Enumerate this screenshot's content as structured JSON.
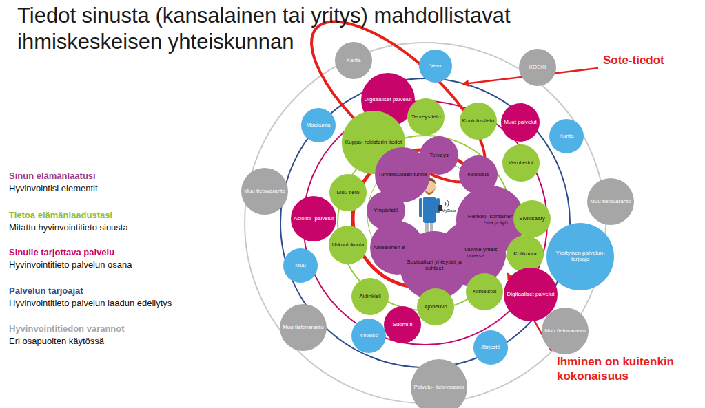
{
  "diagram": {
    "title": "Tiedot sinusta (kansalainen tai yritys) mahdollistavat ihmiskeskeisen yhteiskunnan",
    "nodes": [
      {
        "text": [
          "Kanta"
        ]
      },
      {
        "text": [
          "Vero"
        ]
      },
      {
        "text": [
          "KOSKI"
        ]
      },
      {
        "text": [
          "Digitaaliset palvelut"
        ]
      },
      {
        "text": [
          "Terveystieto"
        ]
      },
      {
        "text": [
          "Koulutustieto"
        ]
      },
      {
        "text": [
          "Muut palvelut"
        ]
      },
      {
        "text": [
          "Maakunta"
        ]
      },
      {
        "text": [
          "Kunta"
        ]
      },
      {
        "text": [
          "Kuppa- rekisterin tiedot"
        ]
      },
      {
        "text": [
          "Terveys"
        ]
      },
      {
        "text": [
          "Verotiedot"
        ]
      },
      {
        "text": [
          "Turvallisuuden tunne"
        ]
      },
      {
        "text": [
          "Koulutus"
        ]
      },
      {
        "text": [
          "Muu tieto"
        ]
      },
      {
        "text": [
          "Muu tietovaranto"
        ]
      },
      {
        "text": [
          "Muu tietovaranto"
        ]
      },
      {
        "text": [
          "Ympäristö"
        ]
      },
      {
        "text": [
          "Henkilö- kohtainen toiminta ja työ"
        ]
      },
      {
        "text": [
          "Asiointi- palvelut"
        ]
      },
      {
        "text": [
          "Siviilisääty"
        ]
      },
      {
        "text": [
          "Uskontokunta"
        ]
      },
      {
        "text": [
          "Aineellinen elintaso"
        ]
      },
      {
        "text": [
          "Ääni kuuluville yhteis- kunnassa"
        ]
      },
      {
        "text": [
          "Kotikunta"
        ]
      },
      {
        "text": [
          "Yksityinen palvelun- tarjoaja"
        ]
      },
      {
        "text": [
          "Muu"
        ]
      },
      {
        "text": [
          "Sosiaaliset yhteydet ja suhteet"
        ]
      },
      {
        "text": [
          "Äidinkieli"
        ]
      },
      {
        "text": [
          "Kiinteistöt"
        ]
      },
      {
        "text": [
          "Digitaaliset palvelut"
        ]
      },
      {
        "text": [
          "Ajoneuvo"
        ]
      },
      {
        "text": [
          "Suomi.fi"
        ]
      },
      {
        "text": [
          "Muu tietovaranto"
        ]
      },
      {
        "text": [
          "Muu tietovaranto"
        ]
      },
      {
        "text": [
          "Yhteisö"
        ]
      },
      {
        "text": [
          "Järjestö"
        ]
      },
      {
        "text": [
          "Palvelu- tietovaranto"
        ]
      }
    ],
    "labels": [
      "Sinun elämänlaatusi",
      "Hyvinvointisi elementit",
      "Tietoa elämänlaadustasi",
      "Mitattu hyvinvointitieto sinusta",
      "Sinulle tarjottava palvelu",
      "Hyvinvointitieto palvelun osana",
      "Palvelun tarjoajat",
      "Hyvinvointitieto palvelun laadun edellytys",
      "Hyvinvointitiedon varannot",
      "Eri osapuolten käytössä",
      "MyData",
      "Sote-tiedot",
      "Ihminen on kuitenkin kokonaisuus"
    ]
  }
}
